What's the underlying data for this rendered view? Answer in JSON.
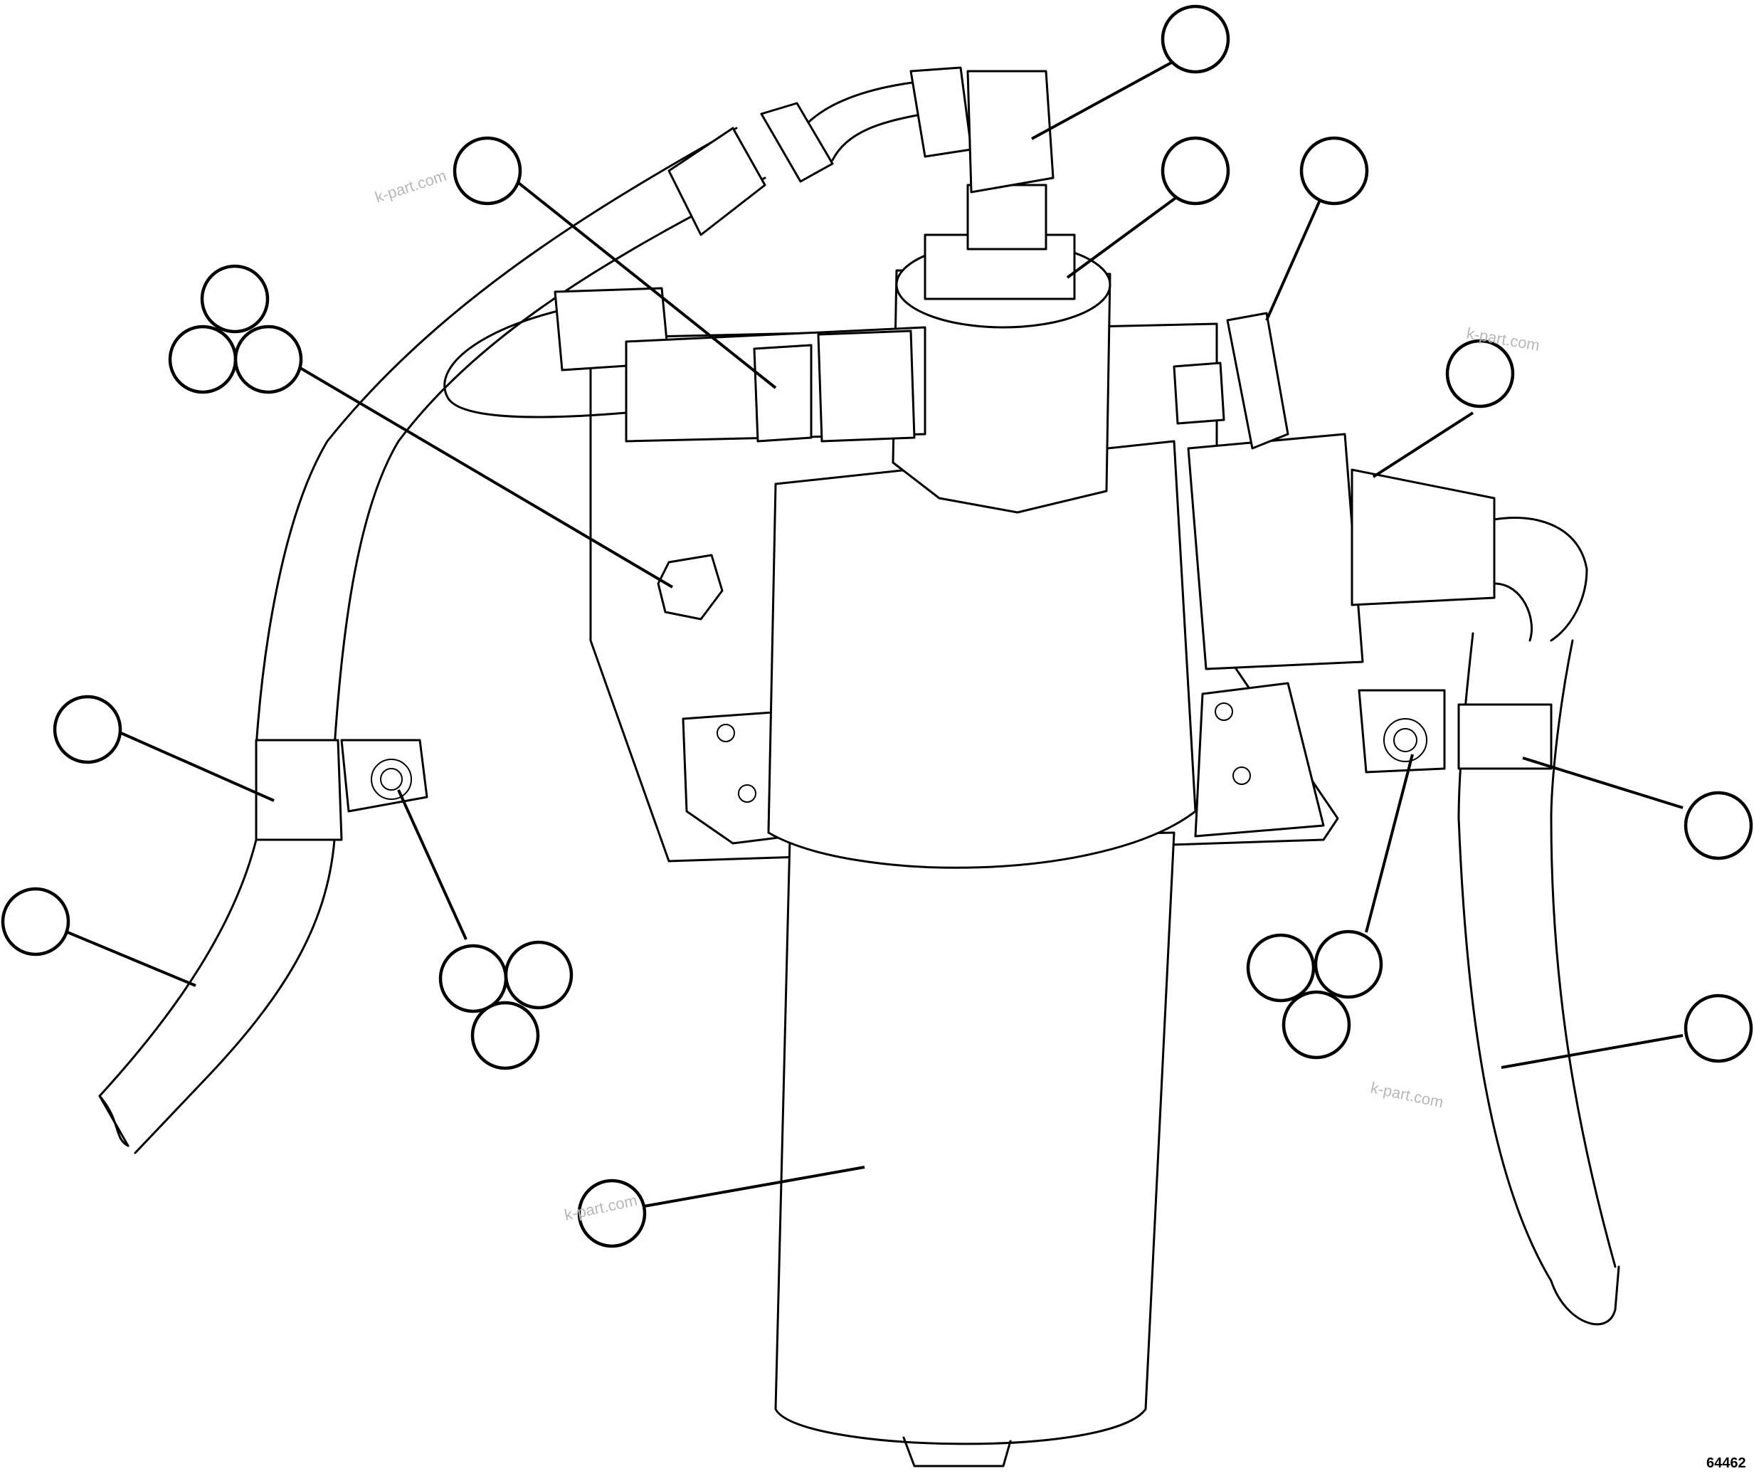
{
  "figure": {
    "number": "64462"
  },
  "watermarks": [
    "k-part.com",
    "k-part.com",
    "k-part.com",
    "k-part.com"
  ],
  "callout_count": 19,
  "parts": [
    "fuel-filter-canister",
    "filter-head",
    "elbow-fitting",
    "hex-nut",
    "vent-tube",
    "electrical-connector",
    "hose-left",
    "hose-right",
    "hose-clamp",
    "bracket",
    "screw"
  ]
}
